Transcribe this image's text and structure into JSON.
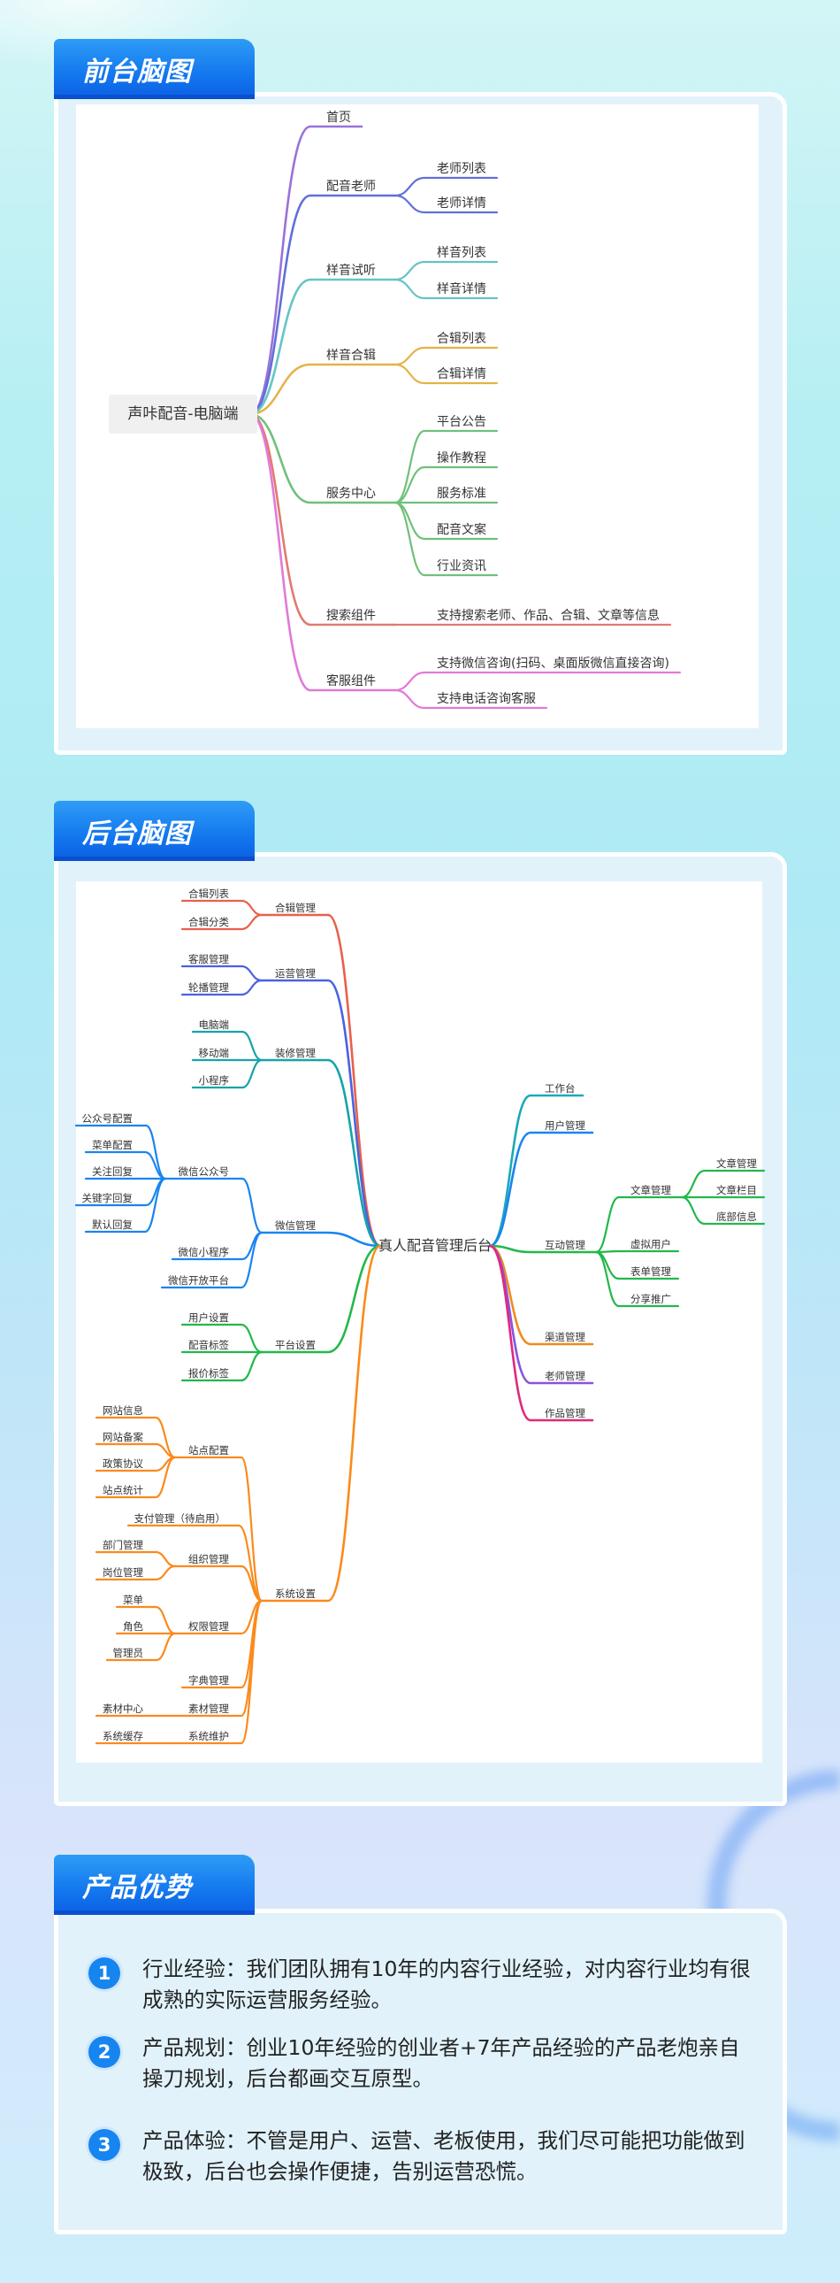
{
  "sections": {
    "frontend_title": "前台脑图",
    "backend_title": "后台脑图",
    "advantages_title": "产品优势"
  },
  "frontend": {
    "root": "声咔配音-电脑端",
    "branches": [
      {
        "label": "首页",
        "color": "#9a72d8",
        "children": []
      },
      {
        "label": "配音老师",
        "color": "#6070d8",
        "children": [
          {
            "label": "老师列表"
          },
          {
            "label": "老师详情"
          }
        ]
      },
      {
        "label": "样音试听",
        "color": "#66c4c4",
        "children": [
          {
            "label": "样音列表"
          },
          {
            "label": "样音详情"
          }
        ]
      },
      {
        "label": "样音合辑",
        "color": "#e2b448",
        "children": [
          {
            "label": "合辑列表"
          },
          {
            "label": "合辑详情"
          }
        ]
      },
      {
        "label": "服务中心",
        "color": "#70c07a",
        "children": [
          {
            "label": "平台公告"
          },
          {
            "label": "操作教程"
          },
          {
            "label": "服务标准"
          },
          {
            "label": "配音文案"
          },
          {
            "label": "行业资讯"
          }
        ]
      },
      {
        "label": "搜索组件",
        "color": "#e07a72",
        "children": [
          {
            "label": "支持搜索老师、作品、合辑、文章等信息"
          }
        ]
      },
      {
        "label": "客服组件",
        "color": "#e07ad8",
        "children": [
          {
            "label": "支持微信咨询(扫码、桌面版微信直接咨询)"
          },
          {
            "label": "支持电话咨询客服"
          }
        ]
      }
    ]
  },
  "backend": {
    "root": "真人配音管理后台",
    "left": [
      {
        "label": "合辑管理",
        "color": "#e8604c",
        "children": [
          {
            "label": "合辑列表"
          },
          {
            "label": "合辑分类"
          }
        ]
      },
      {
        "label": "运营管理",
        "color": "#4a62e0",
        "children": [
          {
            "label": "客服管理"
          },
          {
            "label": "轮播管理"
          }
        ]
      },
      {
        "label": "装修管理",
        "color": "#17a3a8",
        "children": [
          {
            "label": "电脑端"
          },
          {
            "label": "移动端"
          },
          {
            "label": "小程序"
          }
        ]
      },
      {
        "label": "微信管理",
        "color": "#1a84f0",
        "children": [
          {
            "label": "微信公众号",
            "children": [
              {
                "label": "公众号配置"
              },
              {
                "label": "菜单配置"
              },
              {
                "label": "关注回复"
              },
              {
                "label": "关键字回复"
              },
              {
                "label": "默认回复"
              }
            ]
          },
          {
            "label": "微信小程序"
          },
          {
            "label": "微信开放平台"
          }
        ]
      },
      {
        "label": "平台设置",
        "color": "#22b84a",
        "children": [
          {
            "label": "用户设置"
          },
          {
            "label": "配音标签"
          },
          {
            "label": "报价标签"
          }
        ]
      },
      {
        "label": "系统设置",
        "color": "#fb8a1c",
        "children": [
          {
            "label": "站点配置",
            "children": [
              {
                "label": "网站信息"
              },
              {
                "label": "网站备案"
              },
              {
                "label": "政策协议"
              },
              {
                "label": "站点统计"
              }
            ]
          },
          {
            "label": "支付管理（待启用）"
          },
          {
            "label": "组织管理",
            "children": [
              {
                "label": "部门管理"
              },
              {
                "label": "岗位管理"
              }
            ]
          },
          {
            "label": "权限管理",
            "children": [
              {
                "label": "菜单"
              },
              {
                "label": "角色"
              },
              {
                "label": "管理员"
              }
            ]
          },
          {
            "label": "字典管理"
          },
          {
            "label": "素材管理",
            "children": [
              {
                "label": "素材中心"
              }
            ]
          },
          {
            "label": "系统维护",
            "children": [
              {
                "label": "系统缓存"
              }
            ]
          }
        ]
      }
    ],
    "right": [
      {
        "label": "工作台",
        "color": "#19a9b8"
      },
      {
        "label": "用户管理",
        "color": "#1a84f0"
      },
      {
        "label": "互动管理",
        "color": "#22b84a",
        "children": [
          {
            "label": "文章管理",
            "children": [
              {
                "label": "文章管理"
              },
              {
                "label": "文章栏目"
              },
              {
                "label": "底部信息"
              }
            ]
          },
          {
            "label": "虚拟用户"
          },
          {
            "label": "表单管理"
          },
          {
            "label": "分享推广"
          }
        ]
      },
      {
        "label": "渠道管理",
        "color": "#f08a22"
      },
      {
        "label": "老师管理",
        "color": "#8a52e0"
      },
      {
        "label": "作品管理",
        "color": "#e0287e"
      }
    ]
  },
  "advantages": [
    {
      "number": "1",
      "text": "行业经验：我们团队拥有10年的内容行业经验，对内容行业均有很成熟的实际运营服务经验。"
    },
    {
      "number": "2",
      "text": "产品规划：创业10年经验的创业者+7年产品经验的产品老炮亲自操刀规划，后台都画交互原型。"
    },
    {
      "number": "3",
      "text": "产品体验：不管是用户、运营、老板使用，我们尽可能把功能做到极致，后台也会操作便捷，告别运营恐慌。"
    }
  ]
}
